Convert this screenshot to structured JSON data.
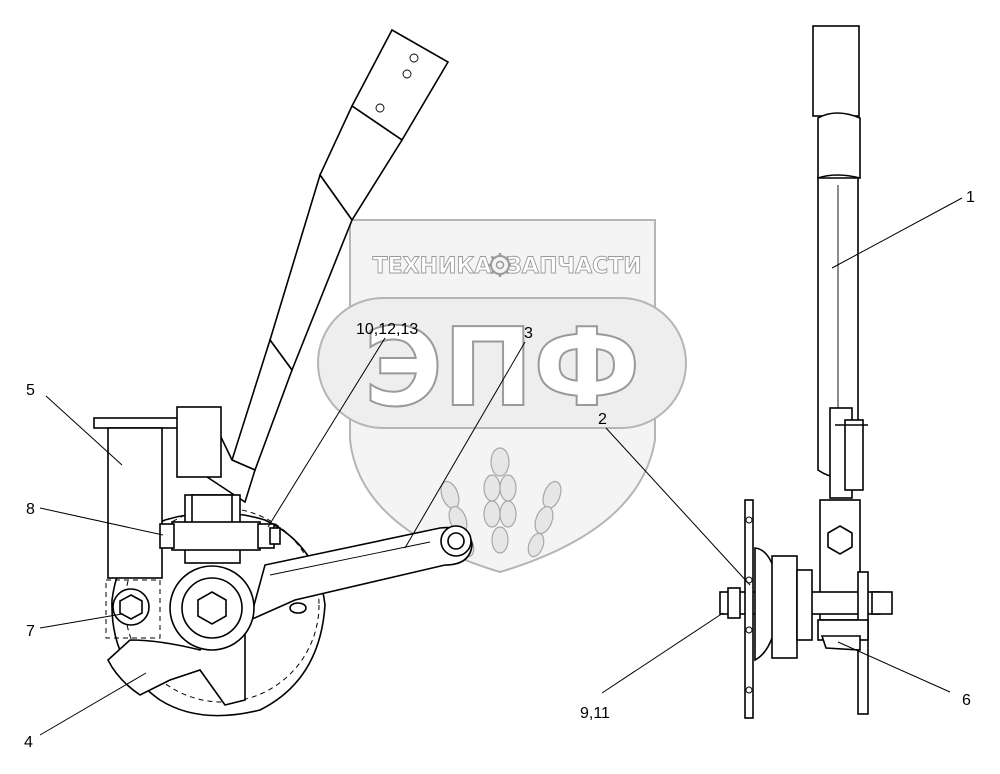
{
  "watermark": {
    "top_left": "ТЕХНИКА",
    "top_right": "ЗАПЧАСТИ",
    "logo": "ЭПФ",
    "gear_icon": "gear-icon"
  },
  "callouts": {
    "c1": "1",
    "c2": "2",
    "c3": "3",
    "c4": "4",
    "c5": "5",
    "c6": "6",
    "c7": "7",
    "c8": "8",
    "c9_11": "9,11",
    "c10_12_13": "10,12,13"
  }
}
